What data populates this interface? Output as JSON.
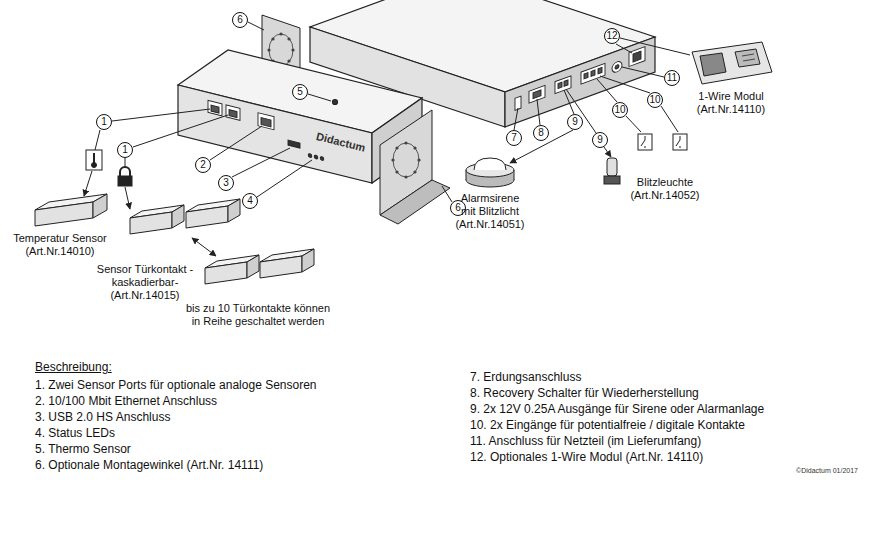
{
  "diagram": {
    "labels": [
      "1",
      "1",
      "2",
      "3",
      "4",
      "5",
      "6",
      "Didactum",
      "Temperatur Sensor (Art.Nr.14010)",
      "Sensor Türkontakt -kaskadierbar- (Art.Nr.14015)",
      "bis zu 10 Türkontakte können in Reihe geschaltet werden",
      "6",
      "7",
      "8",
      "9",
      "9",
      "10",
      "10",
      "11",
      "12",
      "1-Wire Modul (Art.Nr.14110)",
      "Alarmsirene mit Blitzlicht (Art.Nr.14051)",
      "Blitzleuchte (Art.Nr.14052)",
      "Beschreibung:",
      "1. Zwei Sensor Ports für optionale analoge Sensoren",
      "2. 10/100 Mbit Ethernet Anschluss",
      "3. USB 2.0 HS Anschluss",
      "4. Status LEDs",
      "5. Thermo Sensor",
      "6. Optionale Montagewinkel (Art.Nr. 14111)",
      "7. Erdungsanschluss",
      "8. Recovery Schalter für Wiederherstellung",
      "9. 2x 12V 0.25A Ausgänge für Sirene oder Alarmanlage",
      "10. 2x Eingänge für potentialfreie / digitale Kontakte",
      "11. Anschluss für Netzteil (im Lieferumfang)",
      "12. Optionales 1-Wire Modul (Art.Nr. 14110)",
      "©Didactum 01/2017"
    ]
  }
}
